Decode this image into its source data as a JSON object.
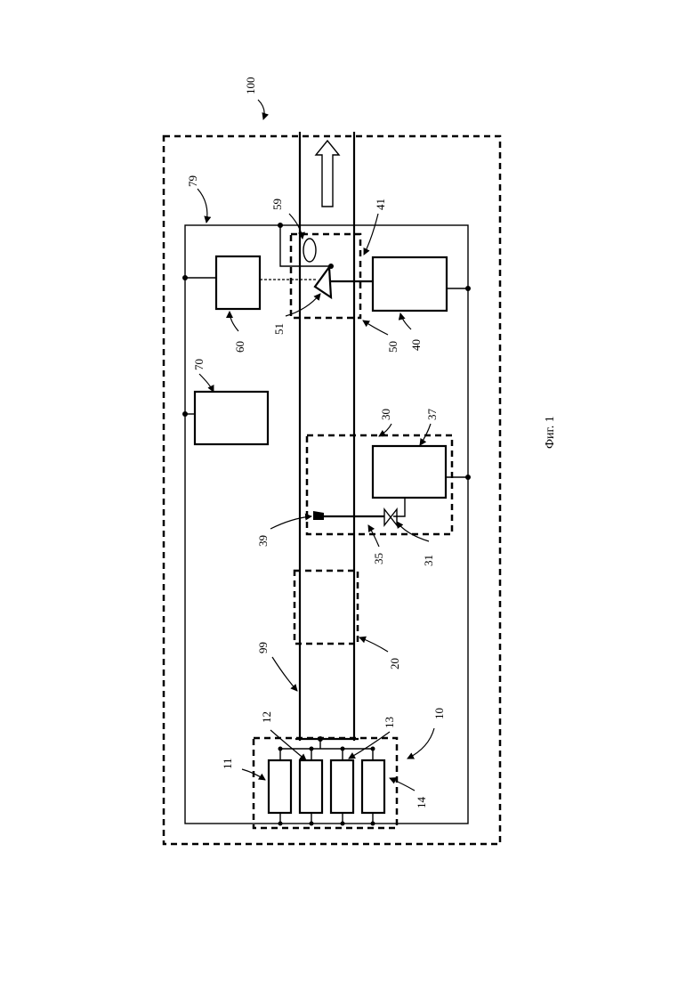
{
  "caption": "Фиг. 1",
  "labels": {
    "l100": "100",
    "l79": "79",
    "l59": "59",
    "l41": "41",
    "l51": "51",
    "l60": "60",
    "l50": "50",
    "l40": "40",
    "l70": "70",
    "l30": "30",
    "l37": "37",
    "l39": "39",
    "l35": "35",
    "l31": "31",
    "l99": "99",
    "l20": "20",
    "l12": "12",
    "l13": "13",
    "l10": "10",
    "l11": "11",
    "l14": "14"
  }
}
